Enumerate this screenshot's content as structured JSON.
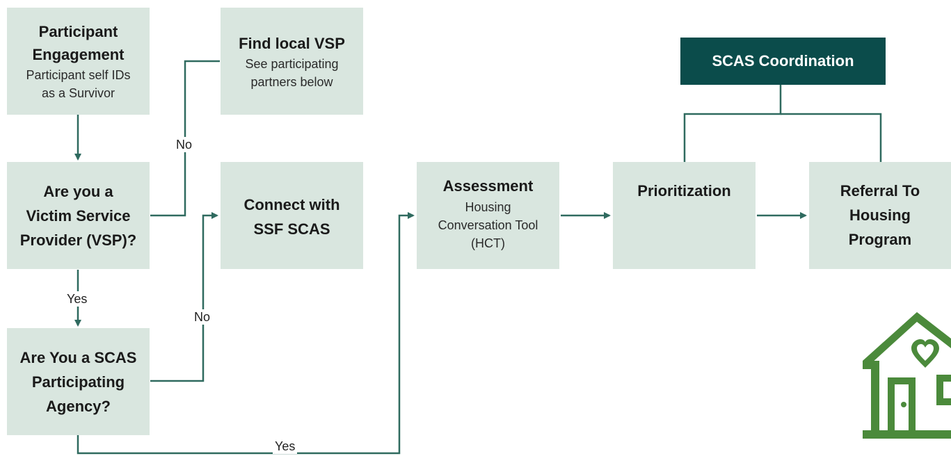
{
  "boxes": {
    "participant": {
      "title": [
        "Participant",
        "Engagement"
      ],
      "sub": [
        "Participant self IDs",
        "as a Survivor"
      ]
    },
    "find_vsp": {
      "title": [
        "Find local VSP"
      ],
      "sub": [
        "See participating",
        "partners below"
      ]
    },
    "are_vsp": {
      "title": [
        "Are you a",
        "Victim Service",
        "Provider (VSP)?"
      ]
    },
    "connect": {
      "title": [
        "Connect with",
        "SSF SCAS"
      ]
    },
    "scas_agency": {
      "title": [
        "Are You a SCAS",
        "Participating",
        "Agency?"
      ]
    },
    "assessment": {
      "title": [
        "Assessment"
      ],
      "sub": [
        "Housing",
        "Conversation Tool",
        "(HCT)"
      ]
    },
    "prioritization": {
      "title": [
        "Prioritization"
      ]
    },
    "referral": {
      "title": [
        "Referral To",
        "Housing",
        "Program"
      ]
    },
    "coordination": {
      "title": "SCAS Coordination"
    }
  },
  "edge_labels": {
    "no_vsp": "No",
    "yes_vsp": "Yes",
    "no_agency": "No",
    "yes_agency": "Yes"
  },
  "colors": {
    "box_fill": "#d9e6df",
    "dark_fill": "#0b4c4b",
    "connector": "#2f6a5f",
    "house_green": "#4b8a3b"
  },
  "icons": [
    "house-heart-icon"
  ]
}
